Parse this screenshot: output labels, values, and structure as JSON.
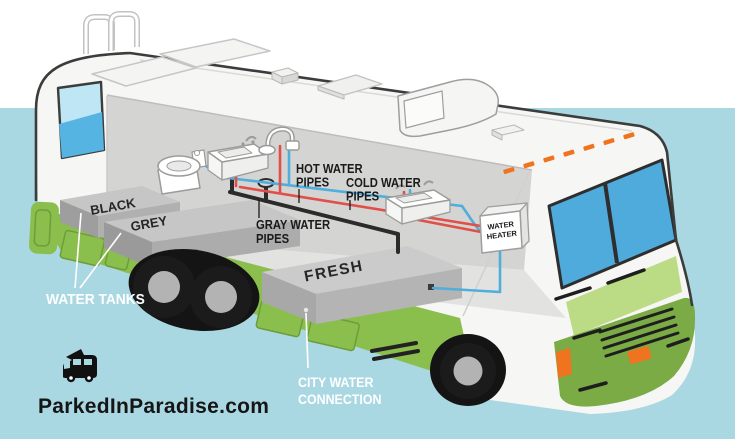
{
  "title": "RV water system diagram",
  "branding": {
    "site": "ParkedInParadise.com"
  },
  "diagram": {
    "labels": {
      "hot_water": {
        "line1": "HOT WATER",
        "line2": "PIPES"
      },
      "cold_water": {
        "line1": "COLD WATER",
        "line2": "PIPES"
      },
      "gray_water": {
        "line1": "GRAY WATER",
        "line2": "PIPES"
      },
      "water_heater": {
        "line1": "WATER",
        "line2": "HEATER"
      },
      "water_tanks": "WATER TANKS",
      "city_water": {
        "line1": "CITY WATER",
        "line2": "CONNECTION"
      },
      "tanks": {
        "black": "BLACK",
        "grey": "GREY",
        "fresh": "FRESH"
      }
    },
    "pipe_colors": {
      "hot": "#e05048",
      "cold": "#4faedc",
      "gray_water": "#2b2b2b"
    },
    "palette": {
      "sky": "#ffffff",
      "ground": "#a9d8e3",
      "body": "#f6f6f4",
      "outline": "#3c3c3c",
      "skirt_green": "#8bbf4d",
      "bumper_green": "#7aab45",
      "hood_green": "#bcdb85",
      "tank_gray": "#c6c6c6",
      "window_blue": "#4fabdc",
      "marker_orange": "#f0741f"
    }
  }
}
